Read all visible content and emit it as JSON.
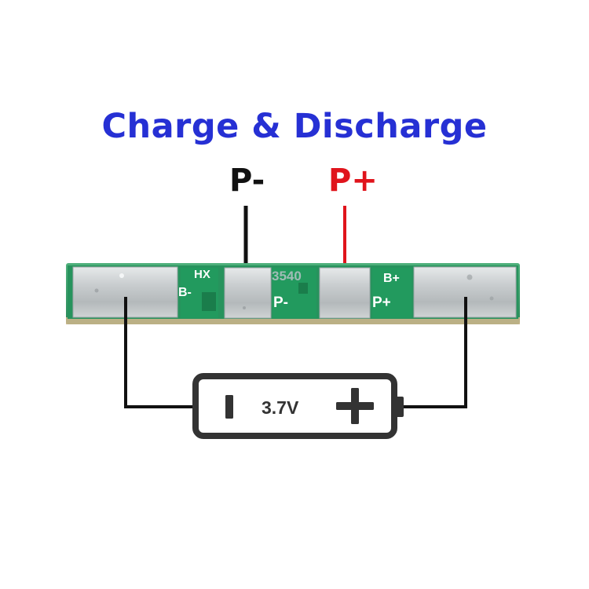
{
  "title": "Charge & Discharge",
  "terminals": {
    "p_minus": "P-",
    "p_plus": "P+"
  },
  "board": {
    "silkscreen": {
      "hx": "HX",
      "b_minus": "B-",
      "chip_code": "3540",
      "p_minus": "P-",
      "b_plus": "B+",
      "p_plus": "P+"
    }
  },
  "battery": {
    "voltage": "3.7V"
  },
  "colors": {
    "title": "#2630d4",
    "p_plus": "#e0141c",
    "p_minus": "#111111",
    "pcb_green": "#1e9a5c",
    "wire": "#111111",
    "battery_outline": "#333333"
  }
}
